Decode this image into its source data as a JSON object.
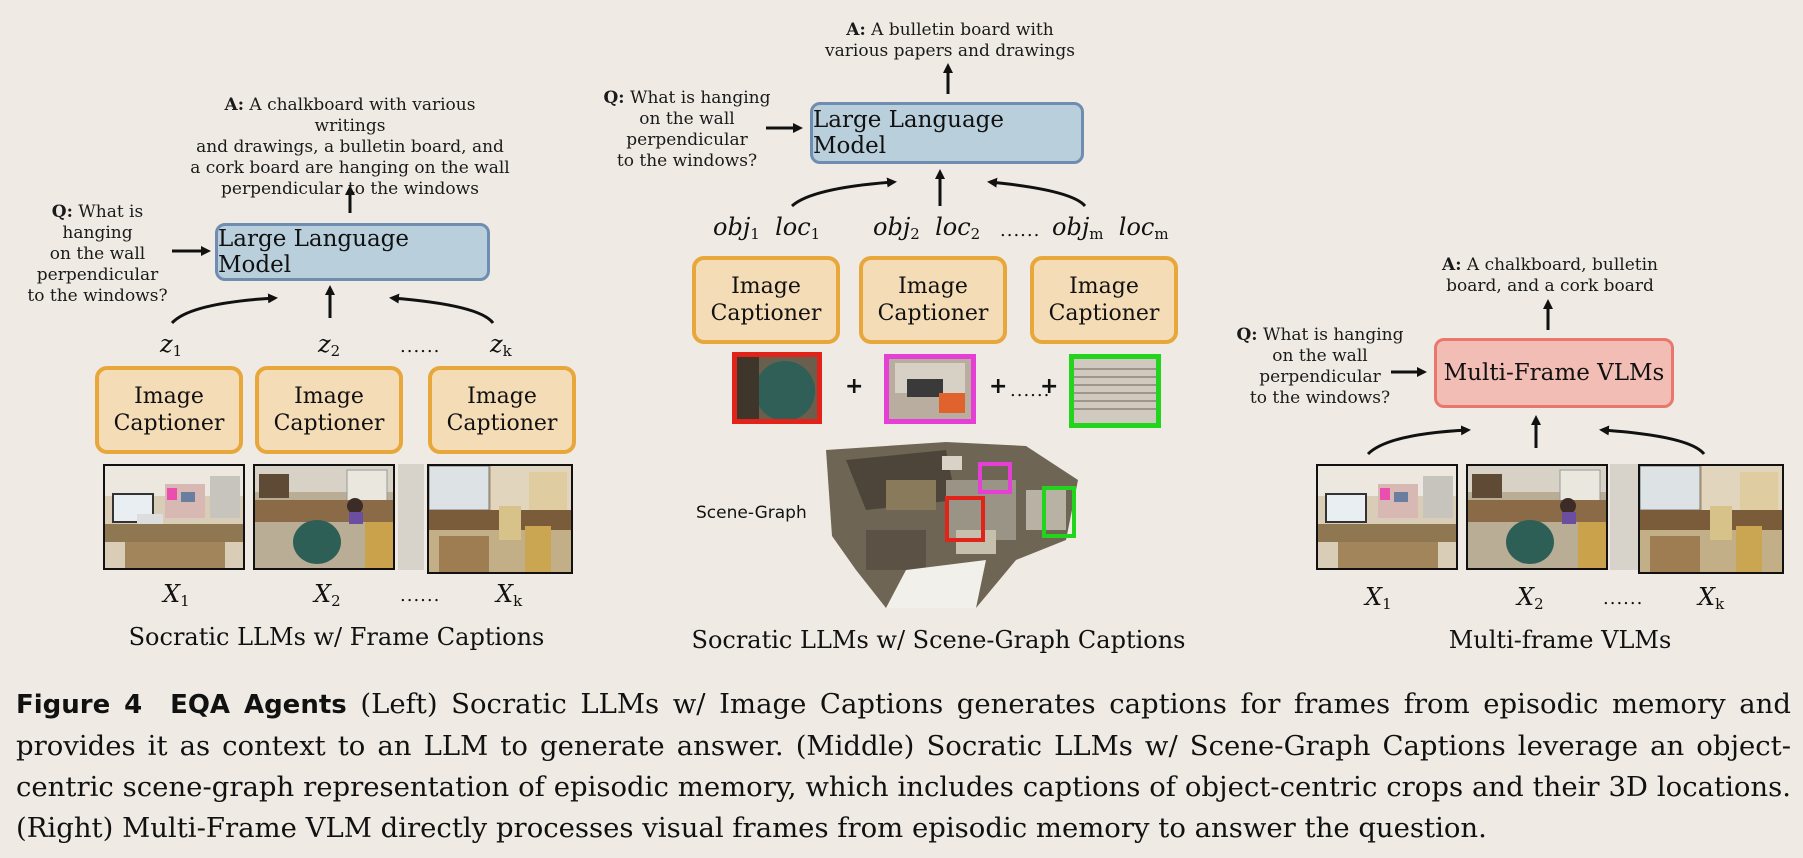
{
  "left": {
    "answer_prefix": "A:",
    "answer": [
      "A chalkboard with various writings",
      "and drawings, a bulletin board, and",
      "a cork board are hanging on the wall",
      "perpendicular to the windows"
    ],
    "question_prefix": "Q:",
    "question": [
      "What is hanging",
      "on the wall",
      "perpendicular",
      "to the windows?"
    ],
    "model": "Large Language Model",
    "captioner": [
      "Image",
      "Captioner"
    ],
    "z_vars": [
      {
        "base": "z",
        "sub": "1"
      },
      {
        "base": "z",
        "sub": "2"
      },
      {
        "base": "z",
        "sub": "k"
      }
    ],
    "x_vars": [
      {
        "base": "X",
        "sub": "1"
      },
      {
        "base": "X",
        "sub": "2"
      },
      {
        "base": "X",
        "sub": "k"
      }
    ],
    "ellipsis": "......",
    "title": "Socratic LLMs w/ Frame Captions"
  },
  "middle": {
    "answer_prefix": "A:",
    "answer": [
      "A bulletin board with",
      "various papers and drawings"
    ],
    "question_prefix": "Q:",
    "question": [
      "What is hanging",
      "on the wall",
      "perpendicular",
      "to the windows?"
    ],
    "model": "Large Language Model",
    "captioner": [
      "Image",
      "Captioner"
    ],
    "obj_vars": [
      {
        "a": "obj",
        "as": "1",
        "b": "loc",
        "bs": "1"
      },
      {
        "a": "obj",
        "as": "2",
        "b": "loc",
        "bs": "2"
      },
      {
        "a": "obj",
        "as": "m",
        "b": "loc",
        "bs": "m"
      }
    ],
    "ellipsis": "......",
    "plus": "+",
    "scene_graph_label": "Scene-Graph",
    "title": "Socratic LLMs w/ Scene-Graph Captions",
    "crop_colors": [
      "#e2231a",
      "#e63fd6",
      "#22d51c"
    ]
  },
  "right": {
    "answer_prefix": "A:",
    "answer": [
      "A chalkboard, bulletin",
      "board, and a cork board"
    ],
    "question_prefix": "Q:",
    "question": [
      "What is hanging",
      "on the wall",
      "perpendicular",
      "to the windows?"
    ],
    "model": "Multi-Frame VLMs",
    "x_vars": [
      {
        "base": "X",
        "sub": "1"
      },
      {
        "base": "X",
        "sub": "2"
      },
      {
        "base": "X",
        "sub": "k"
      }
    ],
    "ellipsis": "......",
    "title": "Multi-frame VLMs"
  },
  "caption": {
    "figure_label": "Figure 4",
    "figure_title": "EQA Agents",
    "text": "(Left) Socratic LLMs w/ Image Captions generates captions for frames from episodic memory and provides it as context to an LLM to generate answer. (Middle) Socratic LLMs w/ Scene-Graph Captions leverage an object-centric scene-graph representation of episodic memory, which includes captions of object-centric crops and their 3D locations. (Right) Multi-Frame VLM directly processes visual frames from episodic memory to answer the question."
  },
  "colors": {
    "llm_fill": "#b9cfdc",
    "llm_border": "#6f8db0",
    "captioner_fill": "#f4dcb6",
    "captioner_border": "#e8a73a",
    "vlm_fill": "#f2bdb5",
    "vlm_border": "#e9776d",
    "background": "#efebe4"
  }
}
